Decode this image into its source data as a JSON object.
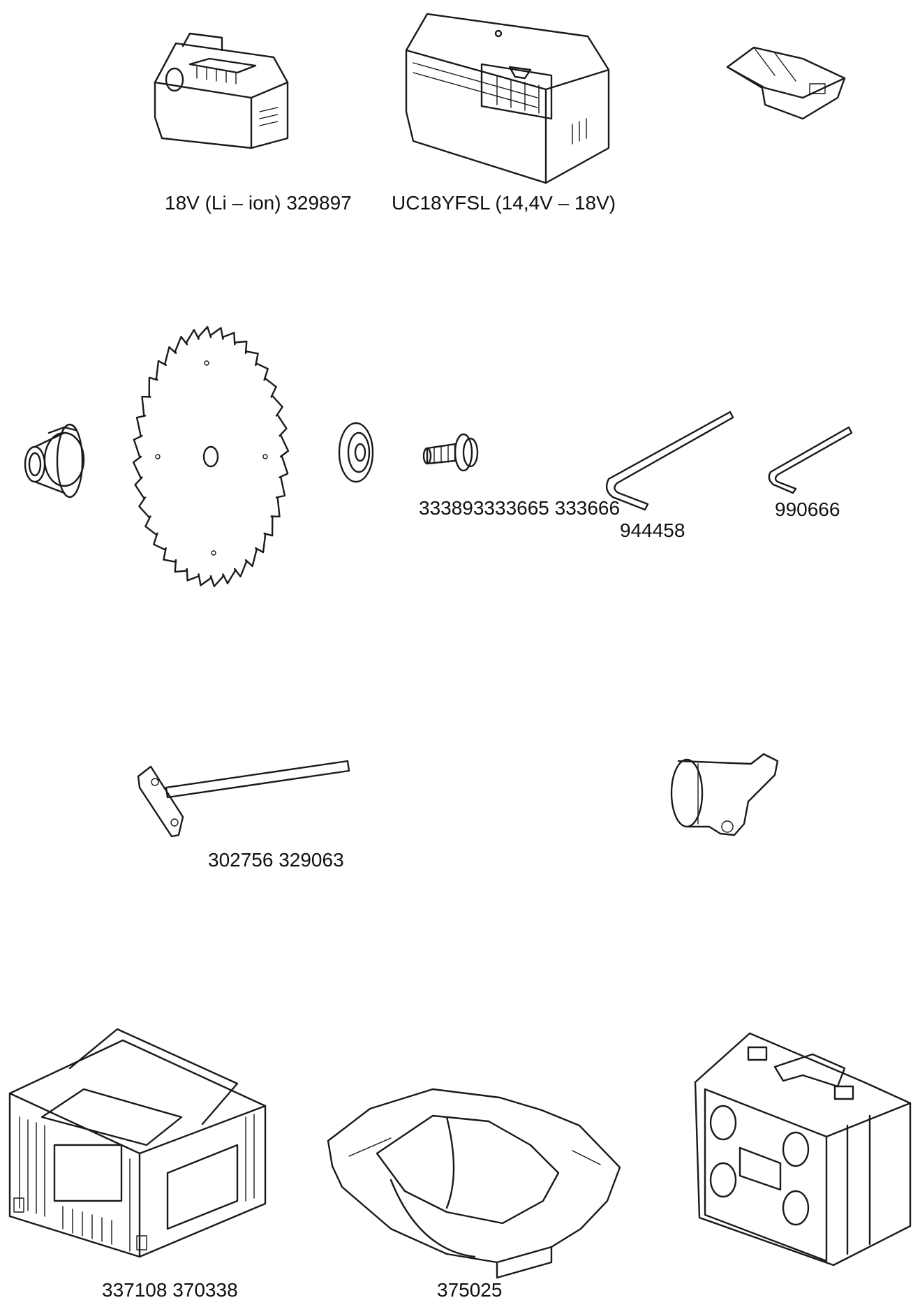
{
  "labels": {
    "battery": "18V (Li – ion) 329897",
    "charger": "UC18YFSL (14,4V – 18V)",
    "blade_parts": "333893333665 333666",
    "hex_key_large": "944458",
    "hex_key_small": "990666",
    "guide": "302756 329063",
    "cases": "337108 370338",
    "insert": "375025"
  },
  "icons": [
    "battery-icon",
    "charger-icon",
    "battery-cover-icon",
    "flange-icon",
    "saw-blade-icon",
    "washer-icon",
    "bolt-icon",
    "hex-key-large-icon",
    "hex-key-small-icon",
    "parallel-guide-icon",
    "dust-nozzle-icon",
    "system-case-icon",
    "foam-insert-icon",
    "carry-case-icon"
  ]
}
